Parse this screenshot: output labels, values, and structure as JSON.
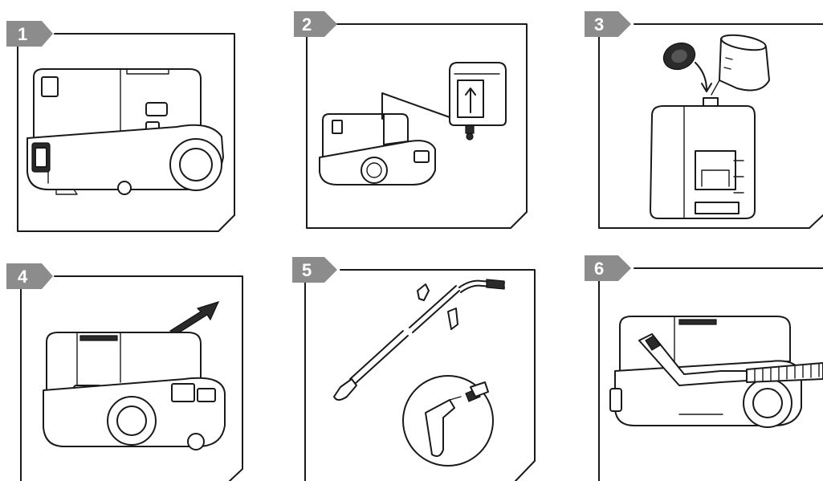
{
  "steps": [
    {
      "number": "1"
    },
    {
      "number": "2"
    },
    {
      "number": "3"
    },
    {
      "number": "4"
    },
    {
      "number": "5"
    },
    {
      "number": "6"
    }
  ],
  "colors": {
    "badge": "#8c8c8c",
    "line": "#1a1a1a",
    "background": "#ffffff"
  }
}
